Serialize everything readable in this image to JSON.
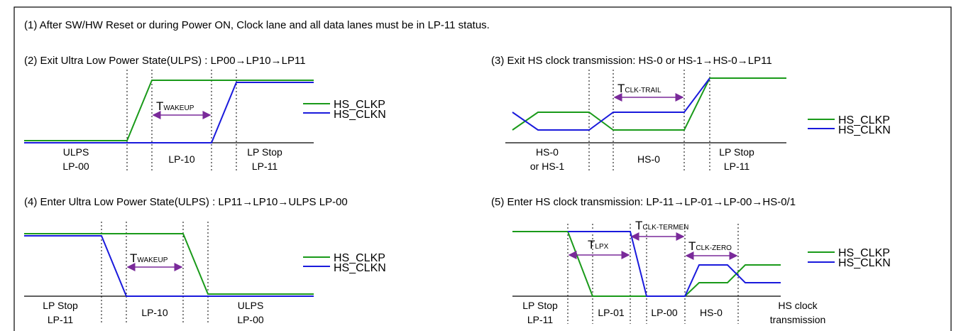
{
  "note": "(1) After SW/HW Reset or during Power ON, Clock lane and all data lanes must be in LP-11 status.",
  "legend": {
    "clkp": "HS_CLKP",
    "clkn": "HS_CLKN"
  },
  "colors": {
    "clkp": "#1a9a1a",
    "clkn": "#1a1adc",
    "timing": "#7a2a9a",
    "axis": "#000000"
  },
  "panels": [
    {
      "title": "(2) Exit Ultra Low Power State(ULPS) : LP00→LP10→LP11",
      "timing": [
        {
          "main": "T",
          "sub": "WAKEUP"
        }
      ],
      "regions": [
        [
          "ULPS",
          "LP-00"
        ],
        [
          "LP-10"
        ],
        [
          "LP Stop",
          "LP-11"
        ]
      ]
    },
    {
      "title": "(3) Exit HS clock transmission: HS-0 or HS-1→HS-0→LP11",
      "timing": [
        {
          "main": "T",
          "sub": "CLK-TRAIL"
        }
      ],
      "regions": [
        [
          "HS-0",
          "or HS-1"
        ],
        [
          "HS-0"
        ],
        [
          "LP Stop",
          "LP-11"
        ]
      ]
    },
    {
      "title": "(4) Enter Ultra Low Power State(ULPS) : LP11→LP10→ULPS LP-00",
      "timing": [
        {
          "main": "T",
          "sub": "WAKEUP"
        }
      ],
      "regions": [
        [
          "LP Stop",
          "LP-11"
        ],
        [
          "LP-10"
        ],
        [
          "ULPS",
          "LP-00"
        ]
      ]
    },
    {
      "title": "(5) Enter HS clock transmission: LP-11→LP-01→LP-00→HS-0/1",
      "timing": [
        {
          "main": "T",
          "sub": "LPX"
        },
        {
          "main": "T",
          "sub": "CLK-TERMEN"
        },
        {
          "main": "T",
          "sub": "CLK-ZERO"
        }
      ],
      "regions": [
        [
          "LP Stop",
          "LP-11"
        ],
        [
          "LP-01"
        ],
        [
          "LP-00"
        ],
        [
          "HS-0"
        ],
        [
          "HS clock",
          "transmission"
        ]
      ]
    }
  ]
}
